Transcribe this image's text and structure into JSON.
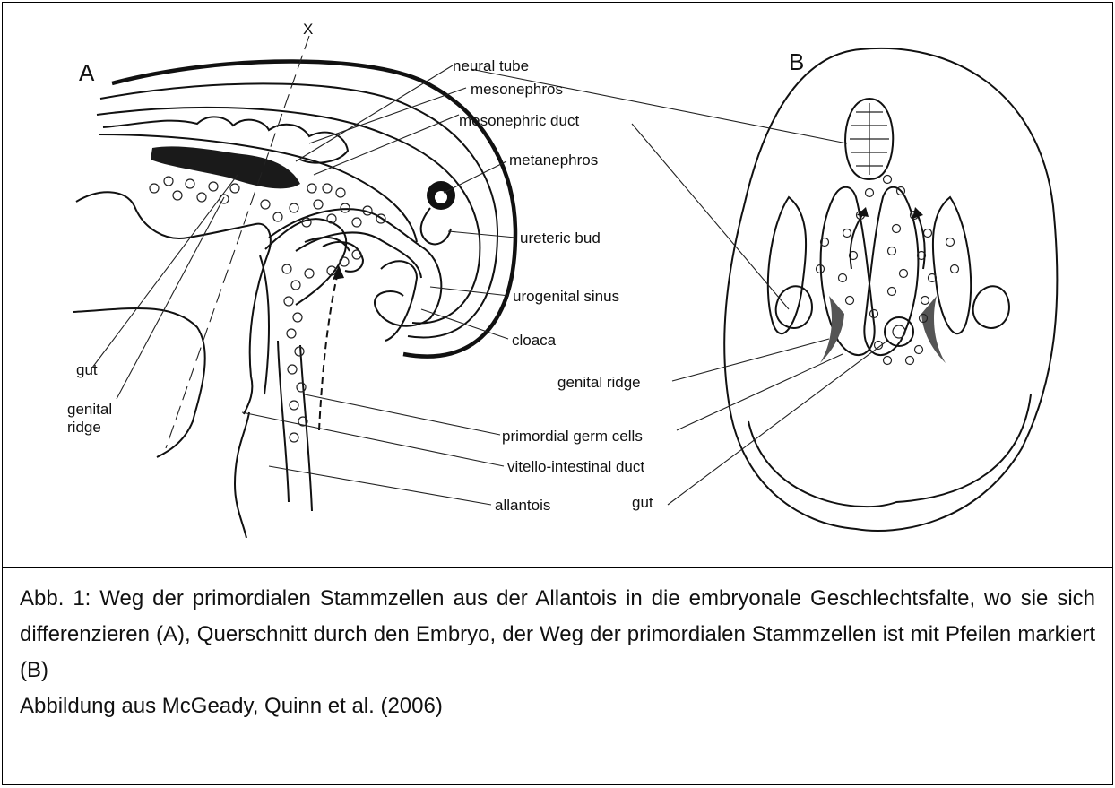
{
  "figure": {
    "panel_a_letter": "A",
    "panel_b_letter": "B",
    "section_marker": "X",
    "labels": {
      "neural_tube": "neural tube",
      "mesonephros": "mesonephros",
      "mesonephric_duct": "mesonephric duct",
      "metanephros": "metanephros",
      "ureteric_bud": "ureteric bud",
      "urogenital_sinus": "urogenital sinus",
      "cloaca": "cloaca",
      "genital_ridge_b": "genital ridge",
      "primordial_germ_cells": "primordial germ cells",
      "vitello_intestinal_duct": "vitello-intestinal duct",
      "allantois": "allantois",
      "gut_b": "gut",
      "gut_a": "gut",
      "genital_ridge_a_line1": "genital",
      "genital_ridge_a_line2": "ridge"
    }
  },
  "caption": {
    "text": "Abb. 1: Weg der primordialen Stammzellen aus der Allantois in die embryonale Geschlechtsfalte, wo sie sich differenzieren (A), Querschnitt durch den Embryo, der Weg der primordialen Stammzellen ist mit Pfeilen markiert (B)",
    "source": "Abbildung aus McGeady, Quinn et al. (2006)"
  }
}
